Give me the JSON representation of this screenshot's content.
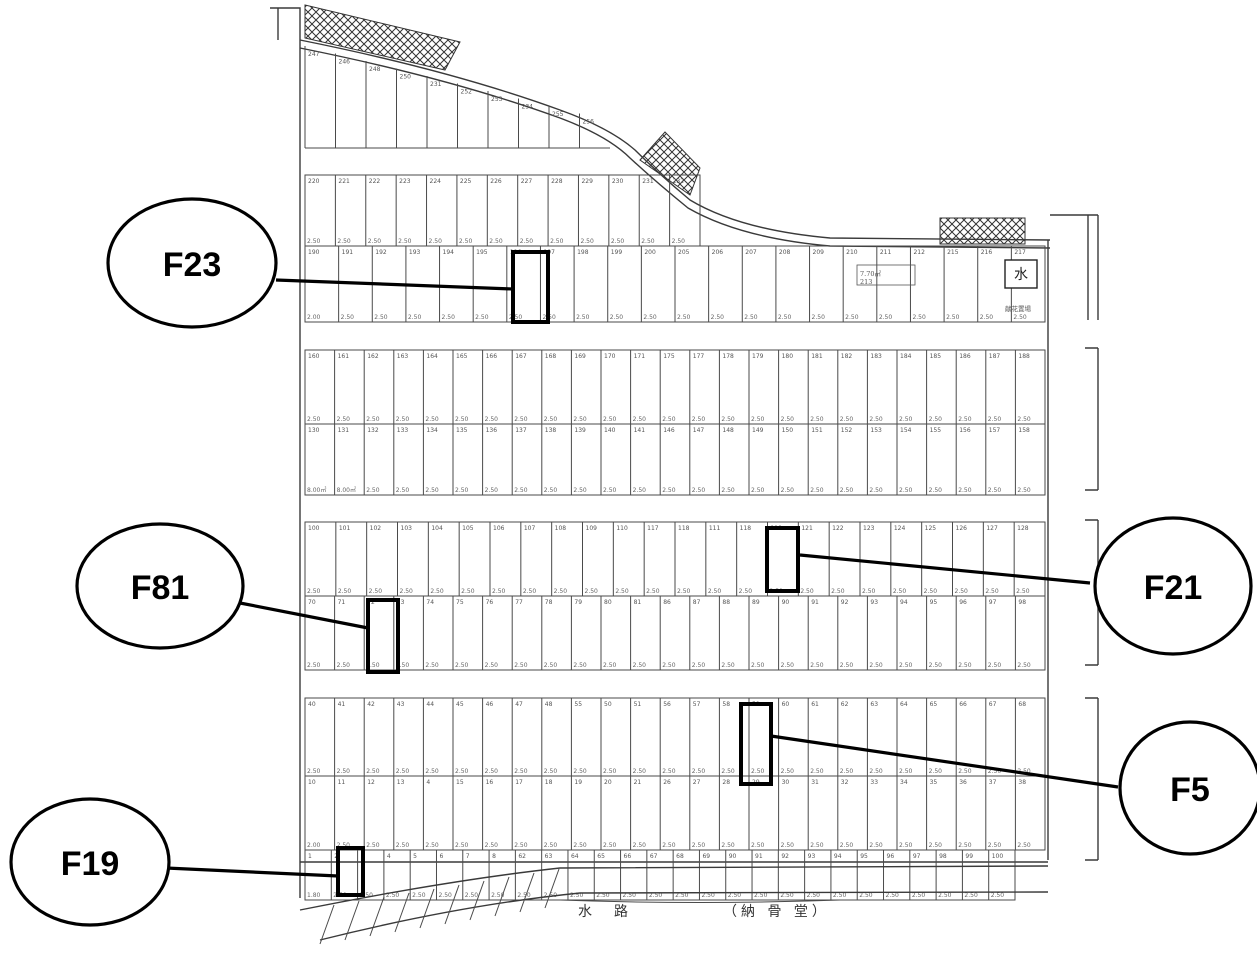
{
  "labels": {
    "water_mark": "水",
    "flower_place": "献花置場",
    "waterway": "水　路",
    "ossuary": "（納 骨 堂）"
  },
  "callouts": [
    {
      "id": "F23",
      "label": "F23"
    },
    {
      "id": "F81",
      "label": "F81"
    },
    {
      "id": "F21",
      "label": "F21"
    },
    {
      "id": "F5",
      "label": "F5"
    },
    {
      "id": "F19",
      "label": "F19"
    }
  ],
  "plot_numbers": {
    "row_top": [
      "247",
      "246",
      "248",
      "250",
      "231",
      "252",
      "253",
      "234",
      "255",
      "256"
    ],
    "row2_top": [
      "220",
      "221",
      "222",
      "223",
      "224",
      "225",
      "226",
      "227",
      "228",
      "229",
      "230",
      "231",
      "232"
    ],
    "row2_bottom": [
      "190",
      "191",
      "192",
      "193",
      "194",
      "195",
      "196",
      "197",
      "198",
      "199",
      "200",
      "205",
      "206",
      "207",
      "208",
      "209",
      "210",
      "211",
      "212",
      "215",
      "216",
      "217"
    ],
    "row3_top": [
      "160",
      "161",
      "162",
      "163",
      "164",
      "165",
      "166",
      "167",
      "168",
      "169",
      "170",
      "171",
      "175",
      "177",
      "178",
      "179",
      "180",
      "181",
      "182",
      "183",
      "184",
      "185",
      "186",
      "187",
      "188"
    ],
    "row3_bottom": [
      "130",
      "131",
      "132",
      "133",
      "134",
      "135",
      "136",
      "137",
      "138",
      "139",
      "140",
      "141",
      "146",
      "147",
      "148",
      "149",
      "150",
      "151",
      "152",
      "153",
      "154",
      "155",
      "156",
      "157",
      "158"
    ],
    "row4_top": [
      "100",
      "101",
      "102",
      "103",
      "104",
      "105",
      "106",
      "107",
      "108",
      "109",
      "110",
      "117",
      "118",
      "111",
      "118",
      "119",
      "121",
      "122",
      "123",
      "124",
      "125",
      "126",
      "127",
      "128"
    ],
    "row4_bottom": [
      "70",
      "71",
      "72",
      "73",
      "74",
      "75",
      "76",
      "77",
      "78",
      "79",
      "80",
      "81",
      "86",
      "87",
      "88",
      "89",
      "90",
      "91",
      "92",
      "93",
      "94",
      "95",
      "96",
      "97",
      "98"
    ],
    "row5_top": [
      "40",
      "41",
      "42",
      "43",
      "44",
      "45",
      "46",
      "47",
      "48",
      "55",
      "50",
      "51",
      "56",
      "57",
      "58",
      "59",
      "60",
      "61",
      "62",
      "63",
      "64",
      "65",
      "66",
      "67",
      "68"
    ],
    "row5_bottom": [
      "10",
      "11",
      "12",
      "13",
      "4",
      "15",
      "16",
      "17",
      "18",
      "19",
      "20",
      "21",
      "26",
      "27",
      "28",
      "29",
      "30",
      "31",
      "32",
      "33",
      "34",
      "35",
      "36",
      "37",
      "38"
    ],
    "row6": [
      "1",
      "2",
      "3",
      "4",
      "5",
      "6",
      "7",
      "8",
      "62",
      "63",
      "64",
      "65",
      "66",
      "67",
      "68",
      "69",
      "90",
      "91",
      "92",
      "93",
      "94",
      "95",
      "96",
      "97",
      "98",
      "99",
      "100"
    ]
  },
  "widths": {
    "common": "2.50",
    "row2_bottom_first": "2.00",
    "row3_bottom_first": "8.00㎡",
    "row3_bottom_second": "8.00㎡",
    "area_213": "7.70㎡",
    "plot_213": "213",
    "row5_first": "2.00",
    "row6_first": "1.80"
  }
}
